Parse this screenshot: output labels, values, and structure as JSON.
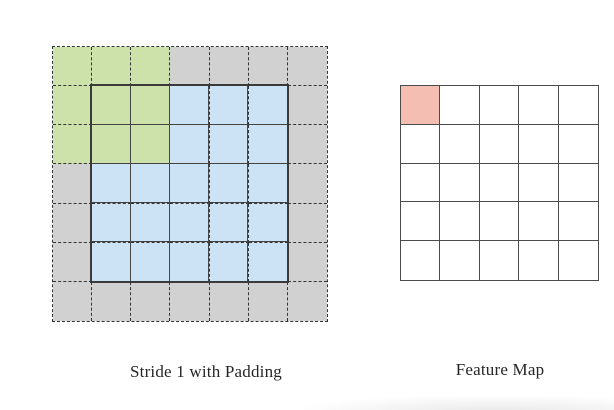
{
  "page": {
    "background": "#ffffff"
  },
  "palette": {
    "kernel_green": "#cde2ab",
    "input_blue": "#cbe3f5",
    "padding_gray": "#d1d1d1",
    "feature_active_salmon": "#f4bfb2",
    "feature_white": "#ffffff",
    "dashed_line": "#333333",
    "solid_line": "#3a3a3a"
  },
  "left_diagram": {
    "caption": "Stride 1 with Padding",
    "grid": {
      "rows": 7,
      "cols": 7,
      "colors": {
        "g": "#cde2ab",
        "b": "#cbe3f5",
        "p": "#d1d1d1"
      },
      "cell_colors": [
        "gggpppp",
        "gggbbbp",
        "gggbbbp",
        "pbbbbbp",
        "pbbbbbp",
        "pbbbbbp",
        "ppppppp"
      ]
    },
    "inner_grid": {
      "rows": 5,
      "cols": 5
    }
  },
  "right_diagram": {
    "caption": "Feature Map",
    "grid": {
      "rows": 5,
      "cols": 5,
      "colors": {
        "r": "#f4bfb2",
        "w": "#ffffff"
      },
      "cell_colors": [
        "rwwww",
        "wwwww",
        "wwwww",
        "wwwww",
        "wwwww"
      ]
    }
  }
}
